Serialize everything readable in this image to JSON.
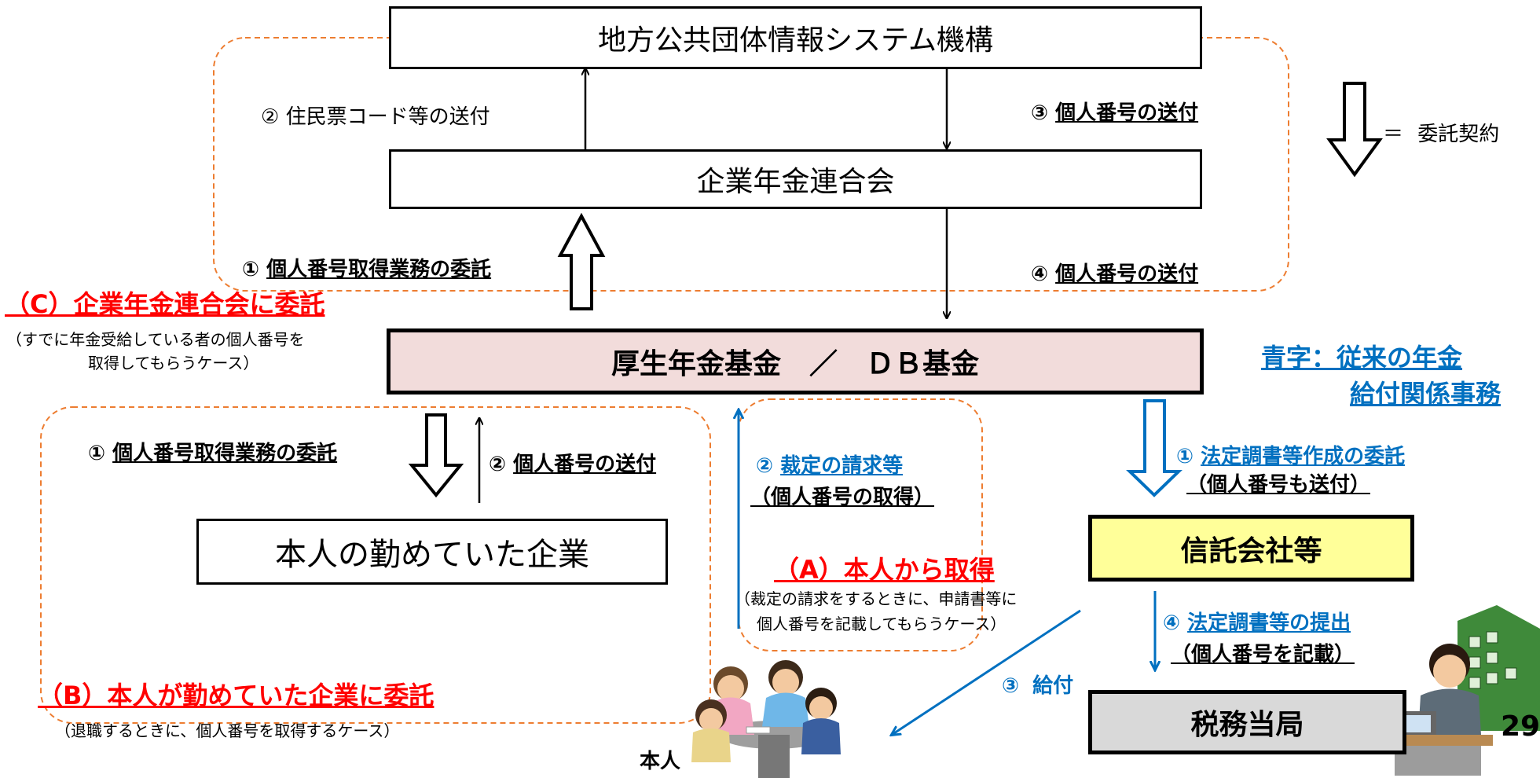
{
  "boxes": {
    "jlis": "地方公共団体情報システム機構",
    "pfa": "企業年金連合会",
    "fund": "厚生年金基金　／　ＤＢ基金",
    "company": "本人の勤めていた企業",
    "trust": "信託会社等",
    "tax": "税務当局"
  },
  "top": {
    "step2_num": "②",
    "step2_text": "住民票コード等の送付",
    "step3_num": "③",
    "step3_text": "個人番号の送付",
    "step1_num": "①",
    "step1_text": "個人番号取得業務の委託",
    "step4_num": "④",
    "step4_text": "個人番号の送付"
  },
  "legend": {
    "equals": "＝",
    "text": "委託契約"
  },
  "section_c": {
    "title": "（C）企業年金連合会に委託",
    "note_line1": "（すでに年金受給している者の個人番号を",
    "note_line2": "取得してもらうケース）"
  },
  "blue_legend": {
    "line1": "青字：従来の年金",
    "line2": "給付関係事務"
  },
  "section_b": {
    "step1_num": "①",
    "step1_text": "個人番号取得業務の委託",
    "step2_num": "②",
    "step2_text": "個人番号の送付",
    "title": "（B）本人が勤めていた企業に委託",
    "note": "（退職するときに、個人番号を取得するケース）"
  },
  "section_a": {
    "step2_num": "②",
    "step2_text": "裁定の請求等",
    "sub_text": "（個人番号の取得）",
    "title": "（A）本人から取得",
    "note_line1": "（裁定の請求をするときに、申請書等に",
    "note_line2": "個人番号を記載してもらうケース）"
  },
  "right": {
    "step1_num": "①",
    "step1_text": "法定調書等作成の委託",
    "step1_sub": "（個人番号も送付）",
    "step4_num": "④",
    "step4_text": "法定調書等の提出",
    "step4_sub": "（個人番号を記載）",
    "step3_num": "③",
    "step3_text": "給付"
  },
  "person_label": "本人",
  "page_number": "29",
  "colors": {
    "red": "#ff0000",
    "blue": "#0070c0",
    "orange_dash": "#ed7d31",
    "fund_fill": "#f2dcdb",
    "trust_fill": "#ffff99",
    "tax_fill": "#d9d9d9"
  }
}
